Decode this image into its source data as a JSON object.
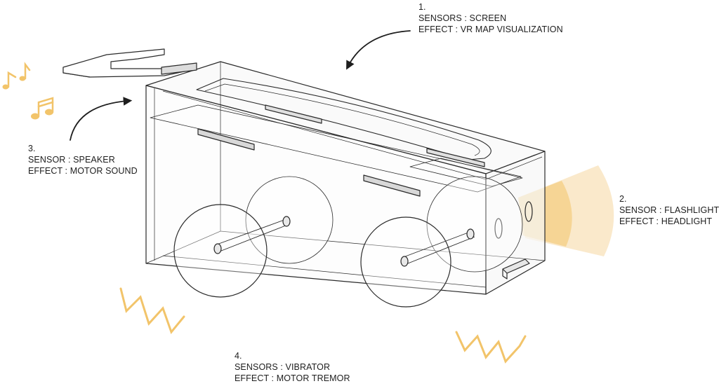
{
  "callouts": [
    {
      "number": "1.",
      "line1": "SENSORS : SCREEN",
      "line2": "EFFECT : VR MAP VISUALIZATION"
    },
    {
      "number": "2.",
      "line1": "SENSOR : FLASHLIGHT",
      "line2": "EFFECT : HEADLIGHT"
    },
    {
      "number": "3.",
      "line1": "SENSOR : SPEAKER",
      "line2": "EFFECT : MOTOR SOUND"
    },
    {
      "number": "4.",
      "line1": "SENSORS : VIBRATOR",
      "line2": "EFFECT : MOTOR TREMOR"
    }
  ],
  "icons": {
    "music": "music-notes-icon",
    "vibration": "vibration-zigzag-icon",
    "light": "light-beam-icon"
  },
  "colors": {
    "accent": "#f2c46a",
    "line": "#2a2a2a"
  }
}
